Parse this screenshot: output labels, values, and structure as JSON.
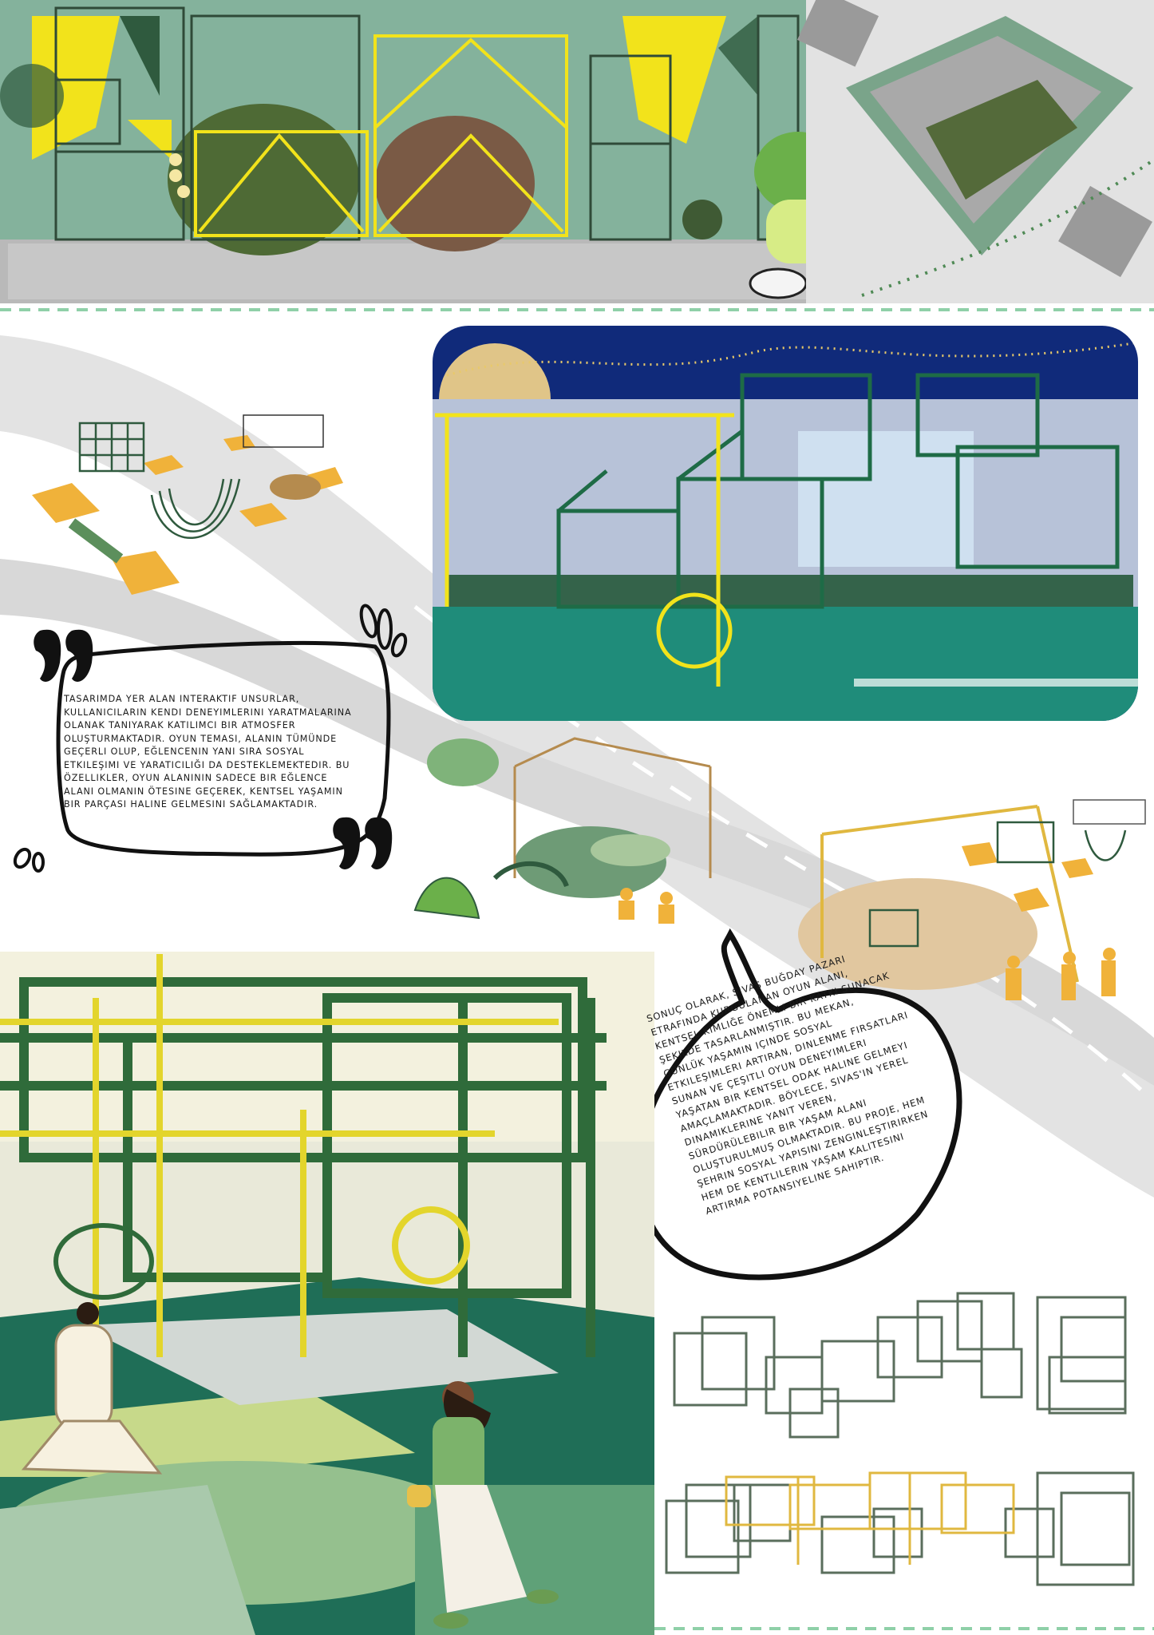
{
  "quote_box": {
    "lines": [
      "Tasarımda yer alan interaktif unsurlar,",
      "kullanıcıların kendi deneyimlerini yaratmalarına",
      "olanak tanıyarak katılımcı bir atmosfer",
      "oluşturmaktadır. Oyun teması, alanın tümünde",
      "geçerli olup, eğlencenin yanı sıra sosyal",
      "etkileşimi ve yaratıcılığı da desteklemektedir. Bu",
      "özellikler, oyun alanının sadece bir eğlence",
      "alanı olmanın ötesine geçerek, kentsel yaşamın",
      "bir parçası haline gelmesini sağlamaktadır."
    ]
  },
  "speech_bubble": {
    "lines": [
      "Sonuç olarak, Sivas Buğday Pazarı",
      "etrafında kurgulanan oyun alanı,",
      "kentsel kimliğe önemli bir katkı sunacak",
      "şekilde tasarlanmıştır. Bu mekan,",
      "günlük yaşamın içinde sosyal",
      "etkileşimleri artıran, dinlenme fırsatları",
      "sunan ve çeşitli oyun deneyimleri",
      "yaşatan bir kentsel odak haline gelmeyi",
      "amaçlamaktadır. Böylece, Sivas'ın yerel",
      "dinamiklerine yanıt veren,",
      "sürdürülebilir bir yaşam alanı",
      "oluşturulmuş olmaktadır. Bu proje, hem",
      "şehrin sosyal yapısını zenginleştirirken",
      "hem de kentlilerin yaşam kalitesini",
      "artırma potansiyeline sahiptir."
    ]
  },
  "colors": {
    "dark_green": "#2f5a3e",
    "sage": "#7fb39a",
    "yellow": "#f2e31b",
    "orange": "#f0b23a",
    "night_blue": "#0f2a78"
  }
}
